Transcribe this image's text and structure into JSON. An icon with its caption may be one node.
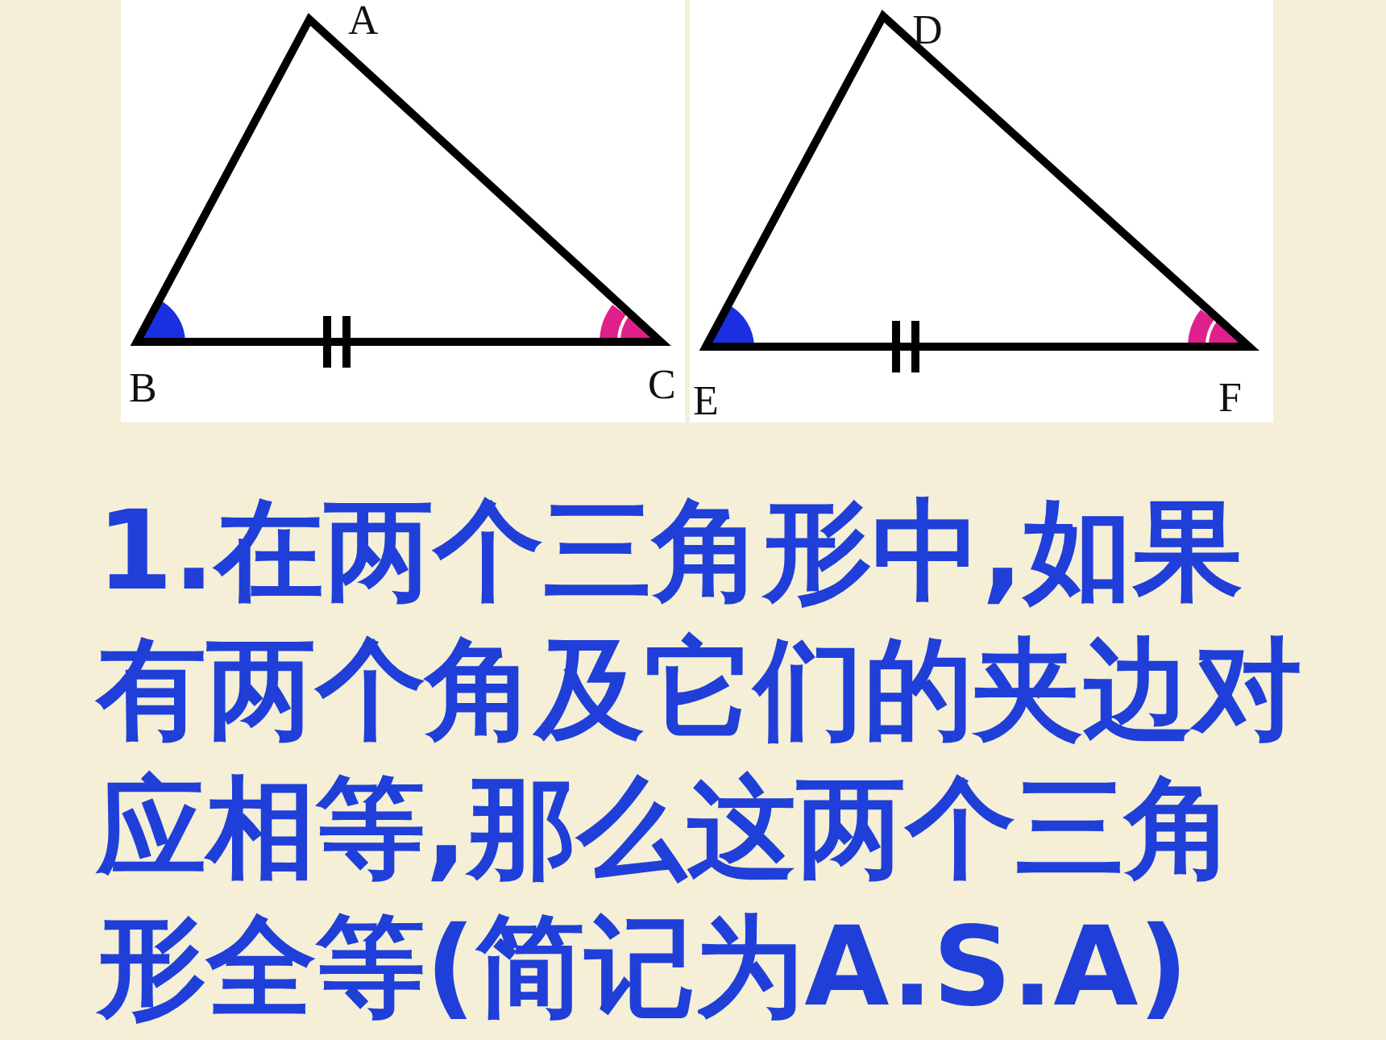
{
  "diagram": {
    "labels": [
      "A",
      "B",
      "C",
      "D",
      "E",
      "F",
      "1.在两个三角形中,如果有两个角及它们的夹边对应相等,那么这两个三角形全等(简记为A.S.A)"
    ]
  }
}
